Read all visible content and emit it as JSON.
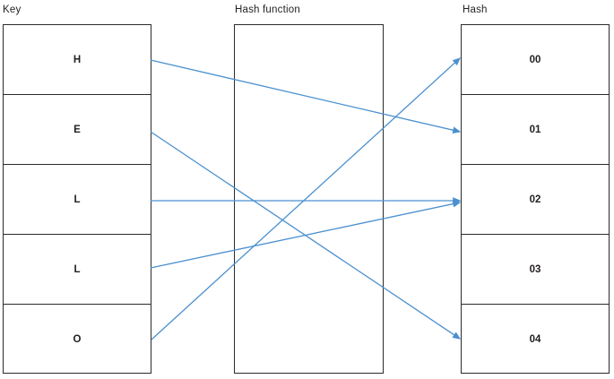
{
  "diagram": {
    "title_key": "Key",
    "title_hash_function": "Hash function",
    "title_hash": "Hash",
    "arrow_color": "#4a90cf",
    "border_color": "#2b2b2b",
    "text_color": "#231f20",
    "key_cells": [
      {
        "label": "H"
      },
      {
        "label": "E"
      },
      {
        "label": "L"
      },
      {
        "label": "L"
      },
      {
        "label": "O"
      }
    ],
    "hash_cells": [
      {
        "label": "00"
      },
      {
        "label": "01"
      },
      {
        "label": "02"
      },
      {
        "label": "03"
      },
      {
        "label": "04"
      }
    ],
    "mappings": [
      {
        "from": "H",
        "to": "01"
      },
      {
        "from": "E",
        "to": "04"
      },
      {
        "from": "L",
        "to": "02"
      },
      {
        "from": "L",
        "to": "02"
      },
      {
        "from": "O",
        "to": "00"
      }
    ]
  }
}
